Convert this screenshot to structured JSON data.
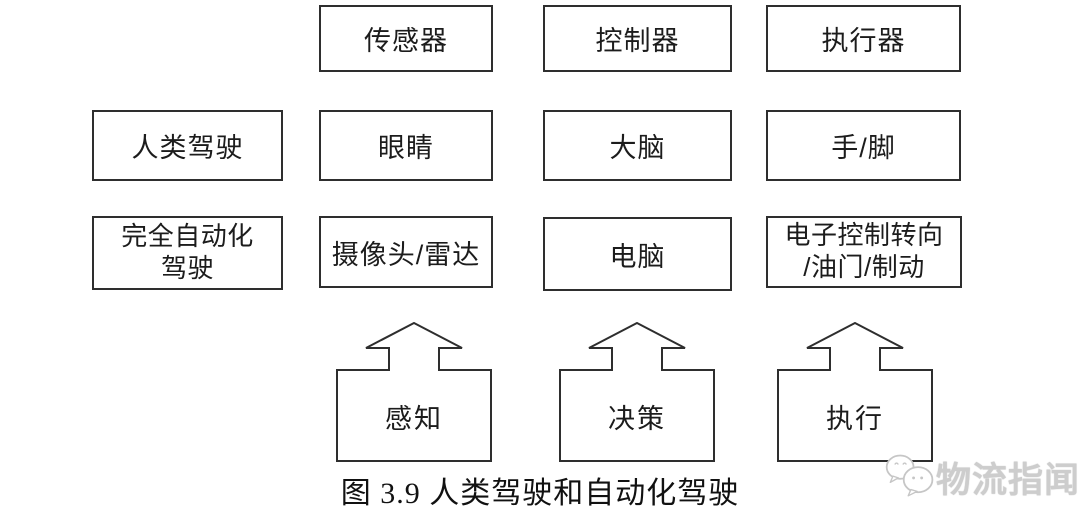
{
  "colors": {
    "line": "#2e2e2e",
    "text": "#1c1c1c",
    "watermark": "#cdcdcd",
    "bg": "#ffffff"
  },
  "grid": {
    "col_headers": [
      "传感器",
      "控制器",
      "执行器"
    ],
    "human_row": {
      "label": "人类驾驶",
      "cells": [
        "眼睛",
        "大脑",
        "手/脚"
      ]
    },
    "auto_row": {
      "label": "完全自动化\n驾驶",
      "cells": [
        "摄像头/雷达",
        "电脑",
        "电子控制转向\n/油门/制动"
      ]
    },
    "process_steps": [
      "感知",
      "决策",
      "执行"
    ]
  },
  "caption": "图 3.9 人类驾驶和自动化驾驶",
  "watermark": {
    "text": "物流指闻"
  }
}
